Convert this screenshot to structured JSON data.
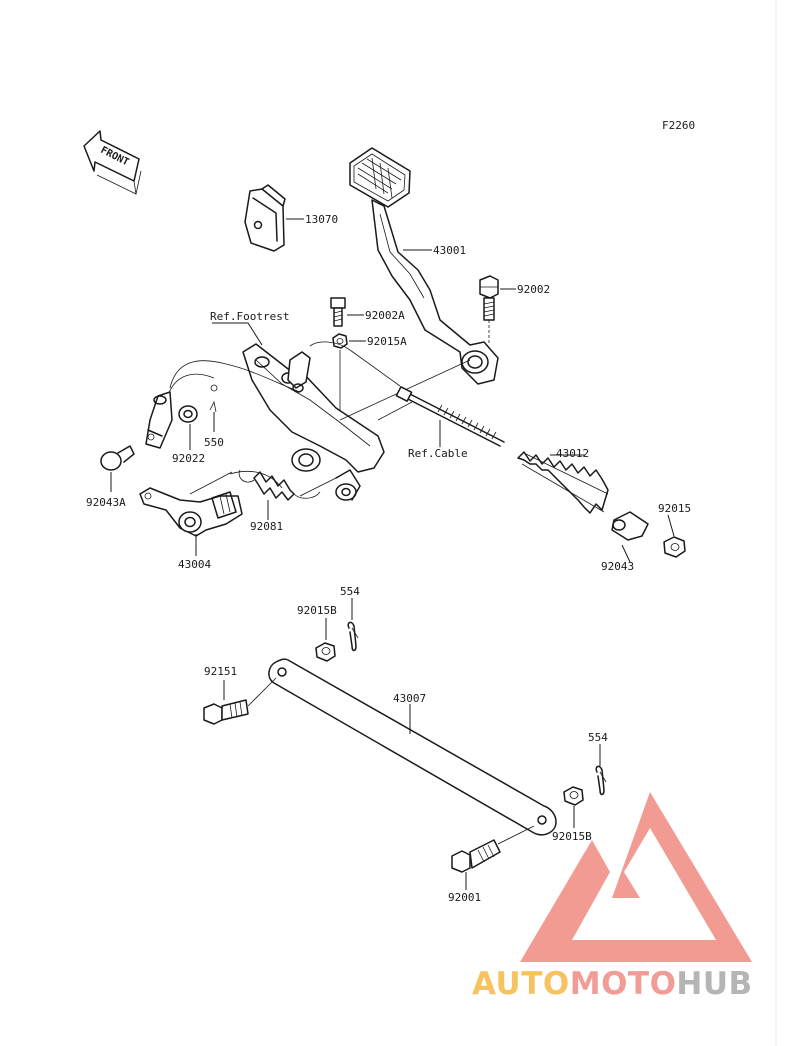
{
  "diagram": {
    "figure_code": "F2260",
    "front_label": "FRONT",
    "references": {
      "footrest": "Ref.Footrest",
      "cable": "Ref.Cable"
    },
    "part_labels": {
      "p13070": "13070",
      "p43001": "43001",
      "p92002": "92002",
      "p92002A": "92002A",
      "p92015A": "92015A",
      "p550": "550",
      "p92022": "92022",
      "p92043A": "92043A",
      "p43012": "43012",
      "p92081": "92081",
      "p92015": "92015",
      "p43004": "43004",
      "p92043": "92043",
      "p554a": "554",
      "p92015Ba": "92015B",
      "p92151": "92151",
      "p43007": "43007",
      "p554b": "554",
      "p92015Bb": "92015B",
      "p92001": "92001"
    }
  },
  "watermark": {
    "brand_part1": "AUTO",
    "brand_part2": "MOTO",
    "brand_part3": "HUB",
    "colors": {
      "triangle": "#f08a80",
      "auto": "#f6b946",
      "moto": "#ef8b84",
      "hub": "#a9a9a9"
    }
  }
}
